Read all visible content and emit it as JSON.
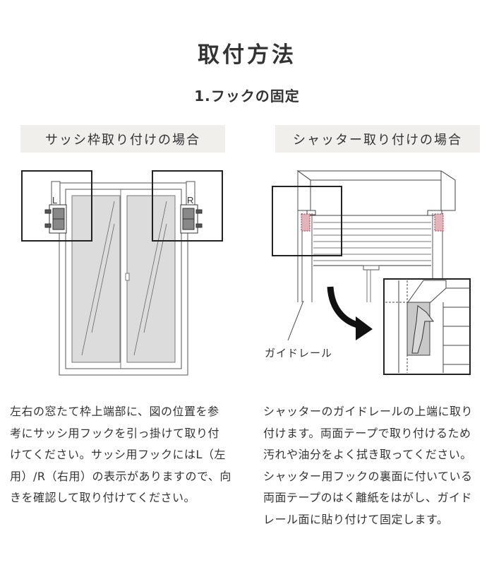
{
  "header": {
    "title": "取付方法",
    "subtitle": "1.フックの固定"
  },
  "sections": [
    {
      "label": "サッシ枠取り付けの場合",
      "figure": {
        "left_marker": "L",
        "right_marker": "R",
        "glass_color": "#dcdcdc"
      },
      "description_lines": [
        "左右の窓たて枠上端部に、図の位置を参",
        "考にサッシ用フックを引っ掛けて取り付",
        "けてください。サッシ用フックにはL（左",
        "用）/R（右用）の表示がありますので、向",
        "きを確認して取り付けてください。"
      ]
    },
    {
      "label": "シャッター取り付けの場合",
      "figure": {
        "callout_label": "ガイドレール",
        "marker_color": "#e0b4b8",
        "marker_border": "#b0303a",
        "hook_color": "#c8c8c8"
      },
      "description_lines": [
        "シャッターのガイドレールの上端に取り",
        "付けます。両面テープで取り付けるため",
        "汚れや油分をよく拭き取ってください。",
        "シャッター用フックの裏面に付いている",
        "両面テープのはく離紙をはがし、ガイド",
        "レール面に貼り付けて固定します。"
      ]
    }
  ],
  "colors": {
    "label_bg": "#f1efeb",
    "text": "#333333",
    "line": "#222222"
  }
}
